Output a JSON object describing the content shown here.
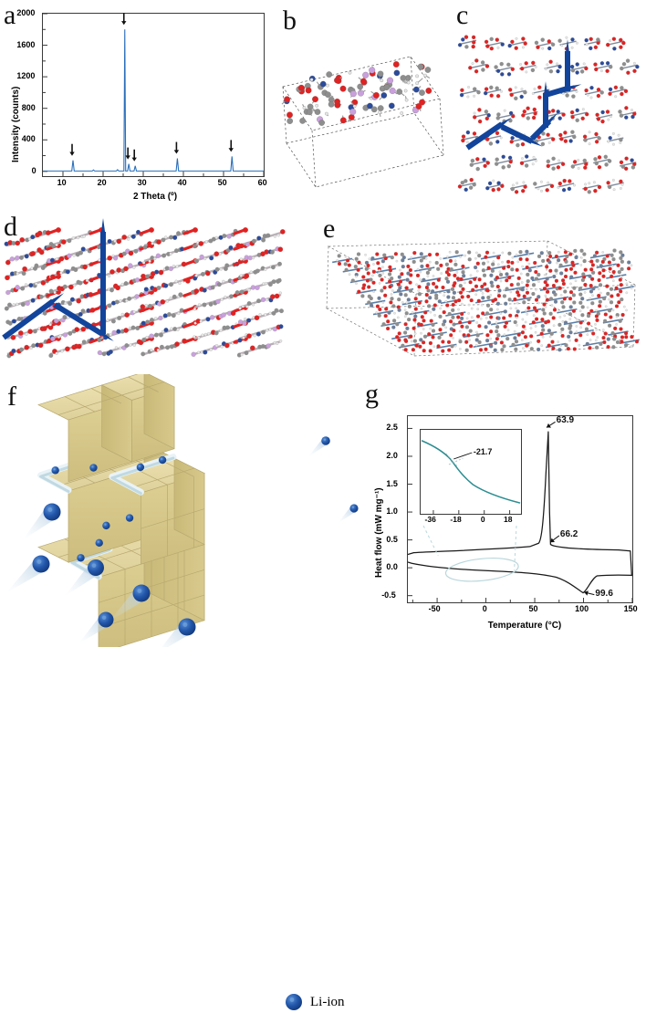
{
  "figure": {
    "panels": [
      "a",
      "b",
      "c",
      "d",
      "e",
      "f",
      "g"
    ]
  },
  "panel_a": {
    "label": "a",
    "chart_data": {
      "type": "line",
      "title": "",
      "xlabel": "2 Theta (º)",
      "ylabel": "Intensity (counts)",
      "xlim": [
        5,
        60
      ],
      "ylim": [
        -60,
        2000
      ],
      "xticks": [
        10,
        20,
        30,
        40,
        50,
        60
      ],
      "yticks": [
        0,
        400,
        800,
        1200,
        1600,
        2000
      ],
      "grid": false,
      "legend": "none",
      "series": [
        {
          "name": "XRD pattern",
          "color": "#2a6fbb",
          "peaks": [
            {
              "two_theta": 12.5,
              "intensity": 140
            },
            {
              "two_theta": 17.6,
              "intensity": 18
            },
            {
              "two_theta": 23.6,
              "intensity": 22
            },
            {
              "two_theta": 25.4,
              "intensity": 1800
            },
            {
              "two_theta": 26.4,
              "intensity": 95
            },
            {
              "two_theta": 28.0,
              "intensity": 70
            },
            {
              "two_theta": 38.5,
              "intensity": 165
            },
            {
              "two_theta": 52.1,
              "intensity": 190
            }
          ]
        }
      ],
      "annotations": [
        {
          "type": "down-arrow",
          "two_theta": 12.5
        },
        {
          "type": "down-arrow",
          "two_theta": 25.4
        },
        {
          "type": "down-arrow",
          "two_theta": 26.4
        },
        {
          "type": "down-arrow",
          "two_theta": 28.0
        },
        {
          "type": "down-arrow",
          "two_theta": 38.5
        },
        {
          "type": "down-arrow",
          "two_theta": 52.1
        }
      ]
    }
  },
  "panel_b": {
    "label": "b",
    "caption": "unit cell ball-and-stick crystal structure inside dashed parallelepiped",
    "atom_colors": {
      "carbon": "#8e8e8e",
      "oxygen": "#e02222",
      "nitrogen": "#2b4b9b",
      "hydrogen": "#e8e8e8",
      "lithium": "#c9a0dc"
    }
  },
  "panel_c": {
    "label": "c",
    "caption": "crystal lattice viewed down axis with zig-zag ion transport pathway arrows",
    "arrow_color": "#12449b"
  },
  "panel_d": {
    "label": "d",
    "caption": "layered stacked molecular sheets with crystallographic axis arrows",
    "arrow_color": "#12449b"
  },
  "panel_e": {
    "label": "e",
    "caption": "in-plane molecular layer inside dashed unit cell box"
  },
  "panel_f": {
    "label": "f",
    "legend_label": "Li-ion",
    "ion_color": "#1d4fa3",
    "block_color": "#ddd09a",
    "channel_color": "#cfe3ea",
    "caption": "schematic of stacked slabs with interlayer ion conduction channels"
  },
  "panel_g": {
    "label": "g",
    "chart_data": {
      "type": "line",
      "title": "",
      "xlabel": "Temperature (°C)",
      "ylabel": "Heat flow (mW mg⁻¹)",
      "xlim": [
        -80,
        150
      ],
      "ylim": [
        -0.62,
        2.72
      ],
      "xticks": [
        -50,
        0,
        50,
        100,
        150
      ],
      "yticks": [
        -0.5,
        0.0,
        0.5,
        1.0,
        1.5,
        2.0,
        2.5
      ],
      "grid": false,
      "legend": "none",
      "series": [
        {
          "name": "heating scan",
          "color": "#1a1a1a"
        },
        {
          "name": "cooling scan",
          "color": "#1a1a1a"
        }
      ],
      "annotations": [
        {
          "label": "63.9",
          "value": 63.9,
          "kind": "endothermic-peak"
        },
        {
          "label": "66.2",
          "value": 66.2,
          "kind": "shoulder"
        },
        {
          "label": "99.6",
          "value": 99.6,
          "kind": "exothermic-minimum"
        }
      ],
      "inset": {
        "type": "line",
        "xlabel": "",
        "ylabel": "",
        "xticks": [
          -36,
          -18,
          0,
          18
        ],
        "xlim": [
          -45,
          26
        ],
        "color": "#2c8d91",
        "annotations": [
          {
            "label": "-21.7",
            "value": -21.7,
            "kind": "glass-transition"
          }
        ]
      }
    }
  }
}
